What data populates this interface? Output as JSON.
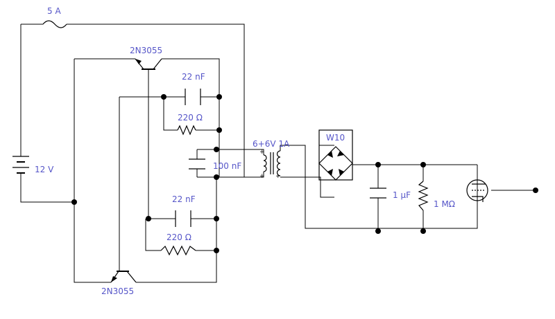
{
  "colors": {
    "wire": "#000000",
    "label": "#5555c8",
    "background": "#ffffff"
  },
  "labels": {
    "fuse": "5 A",
    "q1": "2N3055",
    "q2": "2N3055",
    "c1": "22 nF",
    "r1": "220 Ω",
    "c_tank": "100 nF",
    "c2": "22 nF",
    "r2": "220 Ω",
    "battery": "12 V",
    "transformer": "6+6V 1A",
    "rectifier": "W10",
    "c_filter": "1 μF",
    "r_load": "1 MΩ"
  },
  "icons": {
    "fuse": "fuse-icon",
    "battery": "battery-icon",
    "transistor": "npn-transistor-icon",
    "capacitor": "capacitor-icon",
    "resistor": "resistor-icon",
    "transformer": "transformer-icon",
    "bridge": "bridge-rectifier-icon",
    "tube": "vacuum-tube-icon"
  }
}
